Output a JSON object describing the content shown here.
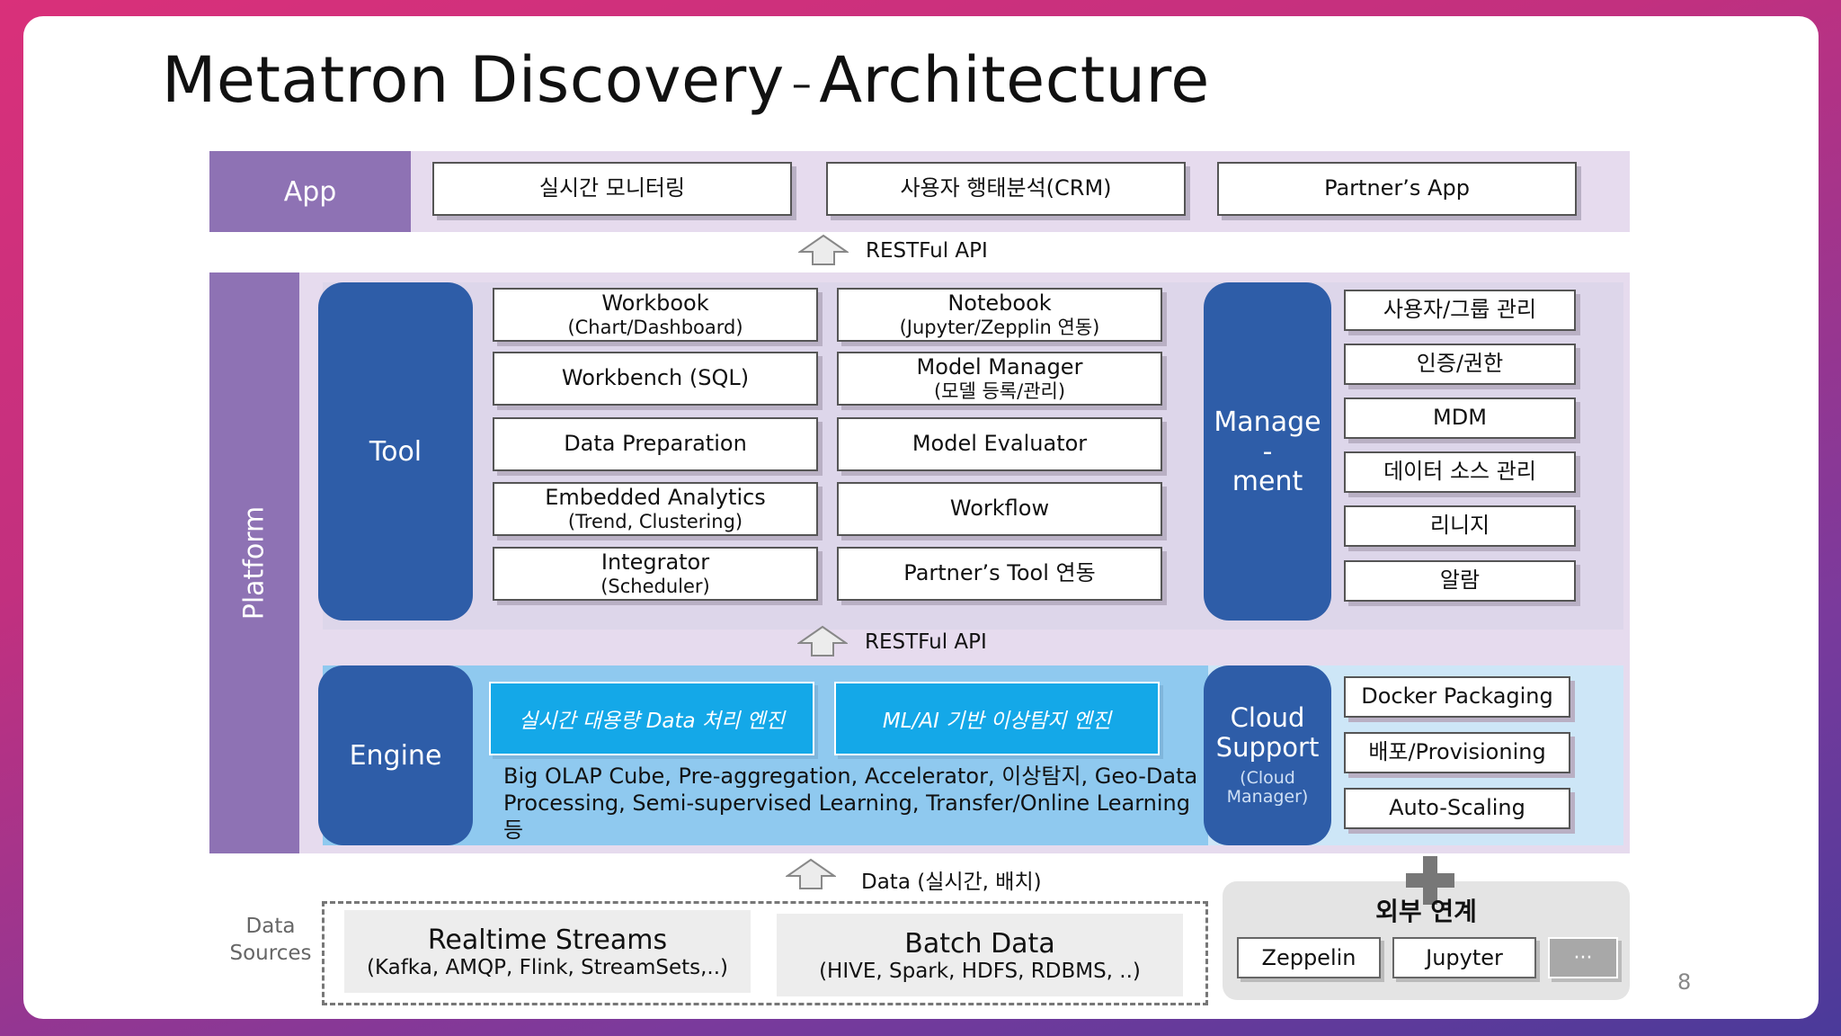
{
  "title": {
    "main": "Metatron Discovery",
    "sep": "–",
    "sub": "Architecture"
  },
  "app": {
    "label": "App",
    "items": [
      "실시간 모니터링",
      "사용자 행태분석(CRM)",
      "Partner’s App"
    ]
  },
  "api_labels": {
    "top": "RESTFul API",
    "middle": "RESTFul API",
    "data": "Data (실시간, 배치)"
  },
  "platform": {
    "label": "Platform"
  },
  "tool": {
    "label": "Tool",
    "items": [
      {
        "title": "Workbook",
        "sub": "(Chart/Dashboard)"
      },
      {
        "title": "Notebook",
        "sub": "(Jupyter/Zepplin 연동)"
      },
      {
        "title": "Workbench (SQL)",
        "sub": ""
      },
      {
        "title": "Model Manager",
        "sub": "(모델 등록/관리)"
      },
      {
        "title": "Data Preparation",
        "sub": ""
      },
      {
        "title": "Model Evaluator",
        "sub": ""
      },
      {
        "title": "Embedded Analytics",
        "sub": "(Trend, Clustering)"
      },
      {
        "title": "Workflow",
        "sub": ""
      },
      {
        "title": "Integrator",
        "sub": "(Scheduler)"
      },
      {
        "title": "Partner’s Tool 연동",
        "sub": ""
      }
    ]
  },
  "management": {
    "label_1": "Manage",
    "label_2": "-",
    "label_3": "ment",
    "items": [
      "사용자/그룹 관리",
      "인증/권한",
      "MDM",
      "데이터 소스 관리",
      "리니지",
      "알람"
    ]
  },
  "engine": {
    "label": "Engine",
    "boxes": [
      "실시간 대용량 Data 처리 엔진",
      "ML/AI 기반 이상탐지 엔진"
    ],
    "desc_1": "Big OLAP Cube, Pre-aggregation, Accelerator, 이상탐지, Geo-Data",
    "desc_2": "Processing, Semi-supervised Learning, Transfer/Online Learning 등"
  },
  "cloud": {
    "label_1": "Cloud",
    "label_2": "Support",
    "sub_1": "(Cloud",
    "sub_2": "Manager)",
    "items": [
      "Docker Packaging",
      "배포/Provisioning",
      "Auto-Scaling"
    ]
  },
  "data_sources": {
    "label_1": "Data",
    "label_2": "Sources",
    "realtime": {
      "title": "Realtime Streams",
      "sub": "(Kafka, AMQP, Flink, StreamSets,..)"
    },
    "batch": {
      "title": "Batch Data",
      "sub": "(HIVE, Spark, HDFS, RDBMS, ..)"
    }
  },
  "external": {
    "title": "외부 연계",
    "items": [
      "Zeppelin",
      "Jupyter"
    ],
    "more": "···"
  },
  "page_number": "8",
  "colors": {
    "purple_label": "#8e72b4",
    "lavender_band": "#e6dbee",
    "blue_tile": "#2e5da8",
    "cyan_box": "#14a8e8",
    "engine_bg": "#8fc9ef"
  }
}
